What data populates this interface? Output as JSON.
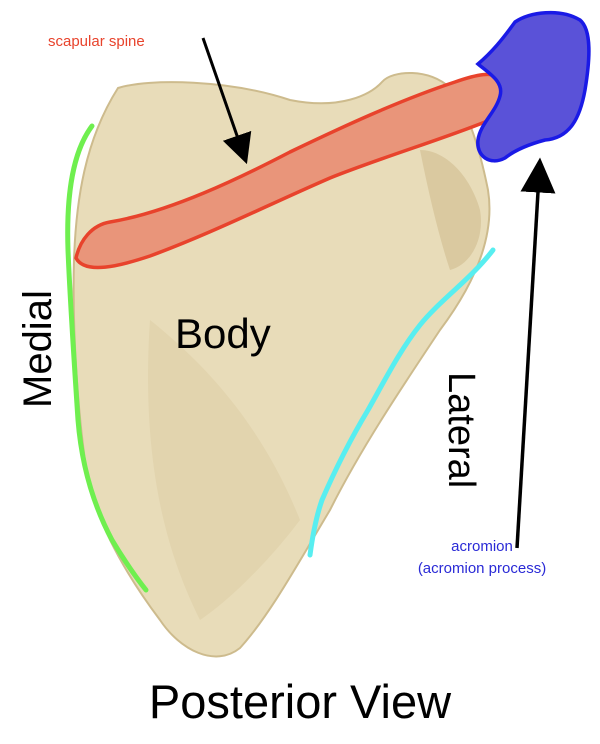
{
  "labels": {
    "scapular_spine": "scapular spine",
    "body": "Body",
    "medial": "Medial",
    "lateral": "Lateral",
    "acromion_line1": "acromion",
    "acromion_line2": "(acromion process)",
    "view_title": "Posterior View"
  },
  "colors": {
    "bone": "#e8dcb9",
    "bone_shadow": "#cdbb8d",
    "spine_fill": "#e9957a",
    "spine_outline": "#e8432c",
    "acromion_fill": "#5a52d8",
    "acromion_outline": "#1a1ae6",
    "medial_border": "#6fef4f",
    "lateral_border": "#58eef0",
    "arrow": "#000000"
  }
}
